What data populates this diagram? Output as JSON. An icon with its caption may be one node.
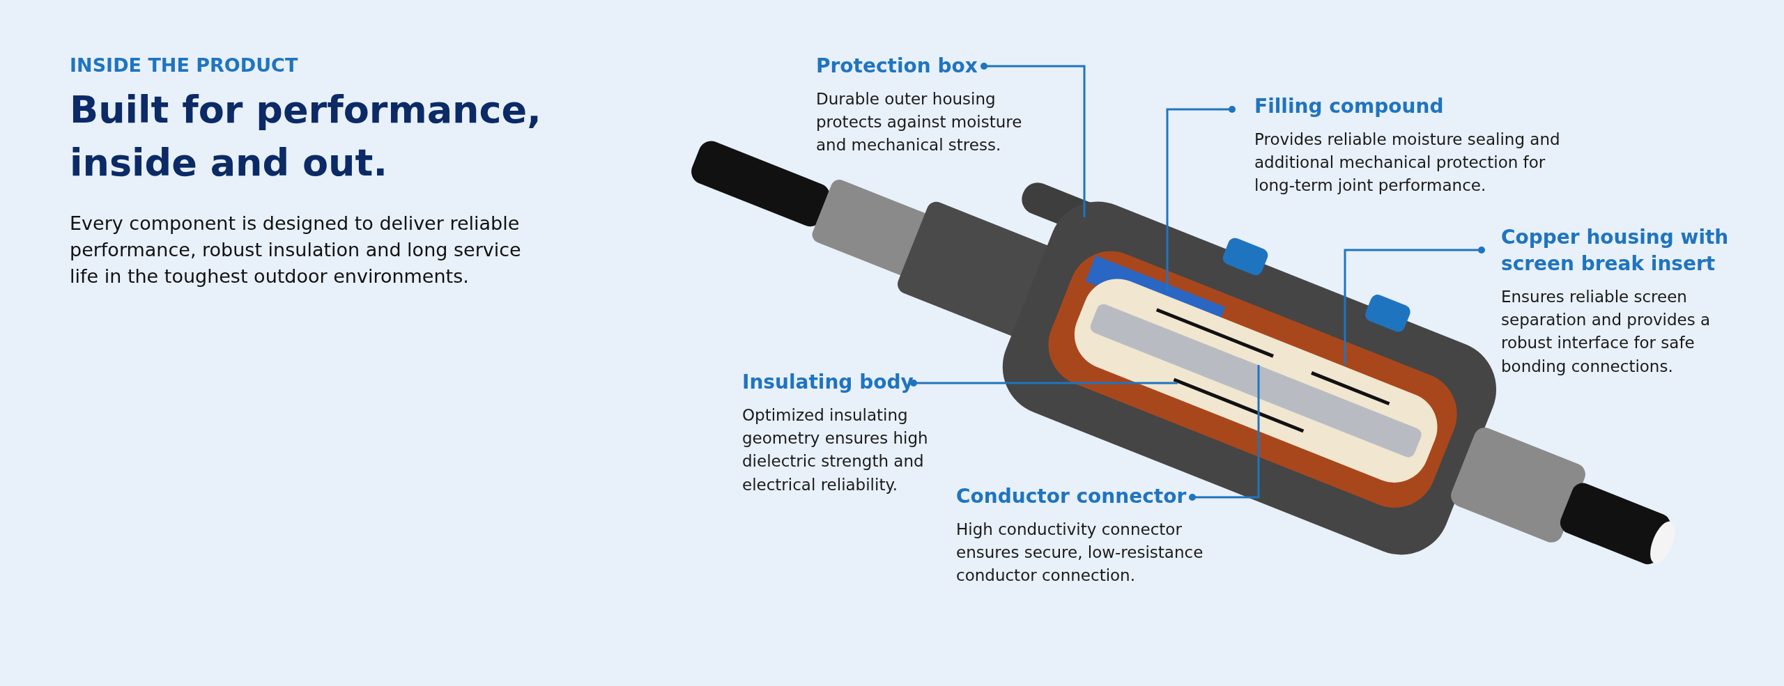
{
  "diagram": {
    "title": "Built for performance, inside and out.",
    "nodes": [
      {
        "text": [
          "Protection box",
          "Durable outer housing protects against moisture and mechanical stress."
        ]
      },
      {
        "text": [
          "Filling compound",
          "Provides reliable moisture sealing and additional mechanical protection for long-term joint performance."
        ]
      },
      {
        "text": [
          "Copper housing with screen break insert",
          "Ensures reliable screen separation and provides a robust interface for safe bonding connections."
        ]
      },
      {
        "text": [
          "Insulating body",
          "Optimized insulating geometry ensures high dielectric strength and electrical reliability."
        ]
      },
      {
        "text": [
          "Conductor connector",
          "High conductivity connector ensures secure, low-resistance conductor connection."
        ]
      }
    ],
    "edges": [
      {
        "from": 0,
        "to": null,
        "arrow": "other"
      },
      {
        "from": 1,
        "to": null,
        "arrow": "other"
      },
      {
        "from": 2,
        "to": null,
        "arrow": "other"
      },
      {
        "from": 3,
        "to": null,
        "arrow": "other"
      },
      {
        "from": 4,
        "to": null,
        "arrow": "other"
      }
    ],
    "labels": [
      "INSIDE THE PRODUCT",
      "Every component is designed to deliver reliable performance, robust insulation and long service life in the toughest outdoor environments."
    ]
  }
}
